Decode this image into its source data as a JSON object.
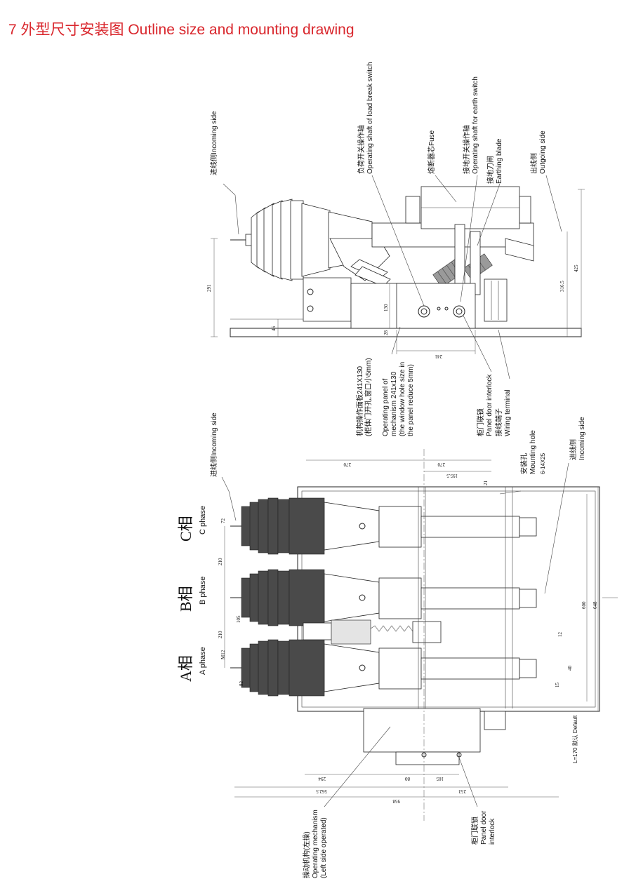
{
  "title": "7  外型尺寸安装图 Outline size and mounting drawing",
  "colors": {
    "title": "#d9262c",
    "line": "#222222"
  },
  "side_view": {
    "callouts": {
      "incoming_side": "进线侧Incoming side",
      "load_break_shaft_cn": "负荷开关操作轴",
      "load_break_shaft_en": "Operating shaft of load break switch",
      "fuse": "熔断器芯Fuse",
      "earth_shaft_cn": "接地开关操作轴",
      "earth_shaft_en": "Operating shaft for earth switch",
      "earthing_blade_cn": "接地刀闸",
      "earthing_blade_en": "Earthing blade",
      "outgoing_cn": "出线侧",
      "outgoing_en": "Outgoing side",
      "panel_cn1": "机构操作面板241X130",
      "panel_cn2": "(柜体门开孔,窗口小5mm)",
      "panel_en1": "Operating panel of",
      "panel_en2": "mechanism 241x130",
      "panel_en3": "(the window hole size in",
      "panel_en4": "the panel reduce 5mm)",
      "interlock_cn": "柜门联锁",
      "interlock_en": "Panel door interlock",
      "wiring_cn": "接线端子",
      "wiring_en": "Wiring terminal"
    },
    "dims": {
      "d291": "291",
      "d46": "46",
      "d130": "130",
      "d28": "28",
      "d241": "241",
      "d425": "425",
      "d3165": "316.5"
    }
  },
  "front_view": {
    "phase_labels": [
      {
        "cn": "A相",
        "en": "A phase"
      },
      {
        "cn": "B相",
        "en": "B phase"
      },
      {
        "cn": "C相",
        "en": "C phase"
      }
    ],
    "callouts": {
      "incoming_side": "进线侧Incoming side",
      "mounting_cn": "安装孔",
      "mounting_en": "Mounting hole",
      "mounting_size": "6-14X25",
      "incoming_cn": "进线侧",
      "incoming_en": "Incoming side",
      "mech_cn": "操动机构(左操)",
      "mech_en1": "Operating mechanism",
      "mech_en2": "(Left side operated)",
      "door_cn": "柜门联锁",
      "door_en1": "Panel door",
      "door_en2": "interlock",
      "default_label": "L=170 默认 Default"
    },
    "dims": {
      "d270a": "270",
      "d270b": "270",
      "d1955": "195.5",
      "d21": "21",
      "d72": "72",
      "d210a": "210",
      "d105": "105",
      "d210b": "210",
      "m12": "M12",
      "d82": "82",
      "d12": "12",
      "d40": "40",
      "d15": "15",
      "d600": "600",
      "d648": "648",
      "d294": "294",
      "d80": "80",
      "d105b": "105",
      "d5625": "562.5",
      "d253": "253",
      "d958": "958"
    }
  }
}
